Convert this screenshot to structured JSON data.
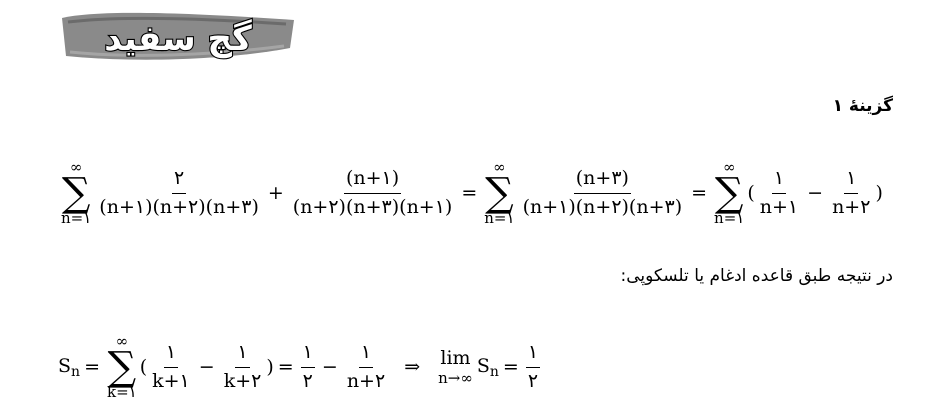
{
  "logo": {
    "text": "گچ سفید",
    "bg_color": "#8a8a8a",
    "fill_color": "#ffffff"
  },
  "option_label": "گزینۀ ۱",
  "note": "در نتیجه طبق قاعده ادغام یا تلسکوپی:",
  "eq1": {
    "sum_top": "∞",
    "sum_bottom": "n=۱",
    "f1_num": "۲",
    "f1_den": "(n+۱)(n+۲)(n+۳)",
    "plus": "+",
    "f2_num": "(n+۱)",
    "f2_den": "(n+۲)(n+۳)(n+۱)",
    "eq_a": "=",
    "sum2_top": "∞",
    "sum2_bottom": "n=۱",
    "f3_num": "(n+۳)",
    "f3_den": "(n+۱)(n+۲)(n+۳)",
    "eq_b": "=",
    "sum3_top": "∞",
    "sum3_bottom": "n=۱",
    "lparen": "(",
    "f4_num": "۱",
    "f4_den": "n+۱",
    "minus": "−",
    "f5_num": "۱",
    "f5_den": "n+۲",
    "rparen": ")"
  },
  "eq2": {
    "s": "S",
    "s_sub": "n",
    "eq_a": "=",
    "sum_top": "∞",
    "sum_bottom": "k=۱",
    "lparen": "(",
    "f1_num": "۱",
    "f1_den": "k+۱",
    "minus": "−",
    "f2_num": "۱",
    "f2_den": "k+۲",
    "rparen": ")",
    "eq_b": "=",
    "f3_num": "۱",
    "f3_den": "۲",
    "minus2": "−",
    "f4_num": "۱",
    "f4_den": "n+۲",
    "implies": "⇒",
    "lim": "lim",
    "lim_sub": "n→∞",
    "s2": "S",
    "s2_sub": "n",
    "eq_c": "=",
    "f5_num": "۱",
    "f5_den": "۲"
  }
}
